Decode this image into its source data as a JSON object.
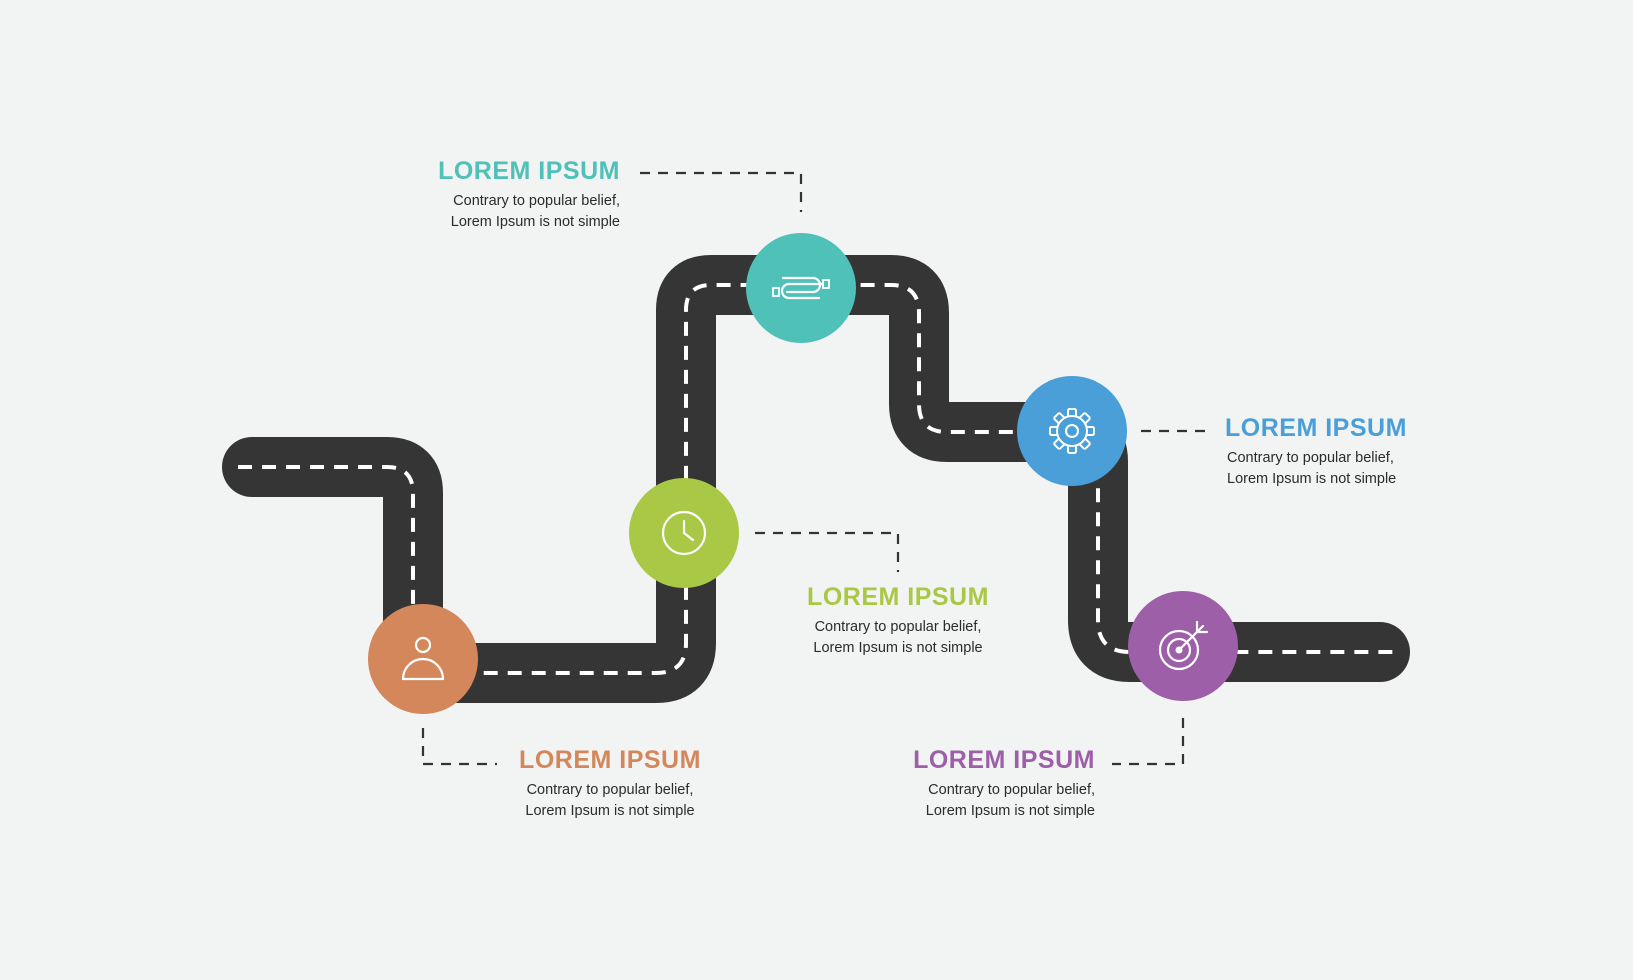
{
  "colors": {
    "background": "#f2f3f3",
    "road": "#353535",
    "road_dash": "#ffffff",
    "connector": "#333333"
  },
  "steps": [
    {
      "title": "LOREM IPSUM",
      "desc_line1": "Contrary to popular belief,",
      "desc_line2": "Lorem Ipsum is not simple",
      "color": "#d4875a",
      "icon": "person-icon"
    },
    {
      "title": "LOREM IPSUM",
      "desc_line1": "Contrary to popular belief,",
      "desc_line2": "Lorem Ipsum is not simple",
      "color": "#a9c846",
      "icon": "clock-icon"
    },
    {
      "title": "LOREM IPSUM",
      "desc_line1": "Contrary to popular belief,",
      "desc_line2": "Lorem Ipsum is not simple",
      "color": "#4fc1b8",
      "icon": "paperclip-icon"
    },
    {
      "title": "LOREM IPSUM",
      "desc_line1": "Contrary to popular belief,",
      "desc_line2": "Lorem Ipsum is not simple",
      "color": "#4a9fd8",
      "icon": "gear-icon"
    },
    {
      "title": "LOREM IPSUM",
      "desc_line1": "Contrary to popular belief,",
      "desc_line2": "Lorem Ipsum is not simple",
      "color": "#9d5fa8",
      "icon": "target-icon"
    }
  ]
}
